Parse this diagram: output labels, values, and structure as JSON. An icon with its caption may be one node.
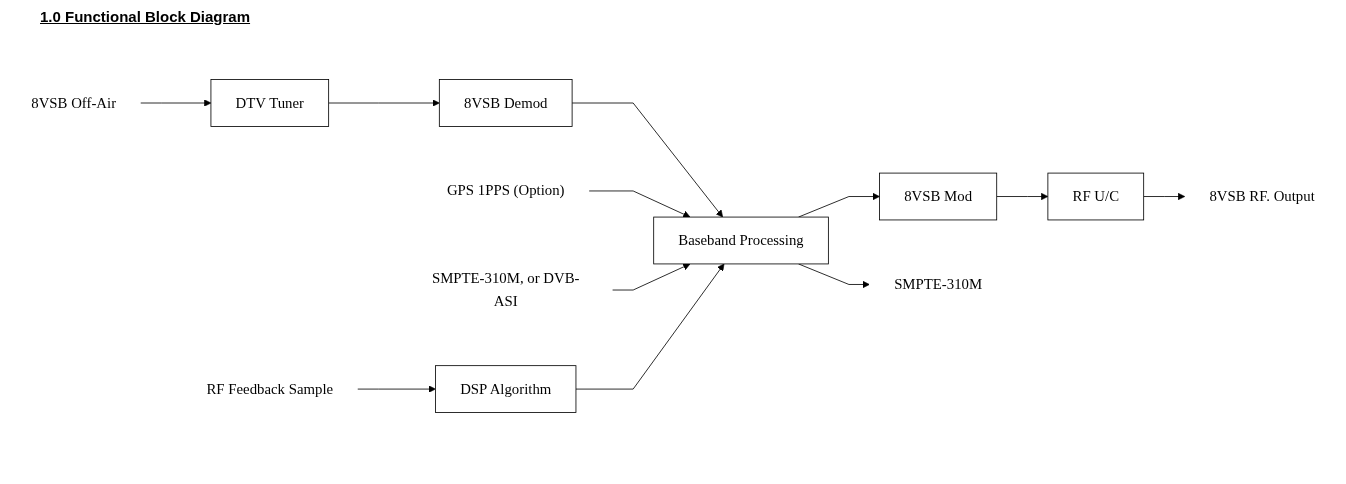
{
  "diagram": {
    "title": "1.0 Functional Block Diagram",
    "nodes": [
      {
        "text": [
          "8VSB Off-Air"
        ]
      },
      {
        "text": [
          "DTV Tuner"
        ]
      },
      {
        "text": [
          "8VSB Demod"
        ]
      },
      {
        "text": [
          "Baseband Processing"
        ]
      },
      {
        "text": [
          "8VSB Mod"
        ]
      },
      {
        "text": [
          "RF U/C"
        ]
      },
      {
        "text": [
          "SMPTE-310M"
        ]
      },
      {
        "text": [
          "8VSB RF. Output"
        ]
      },
      {
        "text": [
          "GPS 1PPS (Option)"
        ]
      },
      {
        "text": [
          "SMPTE-310M, or DVB-ASI"
        ]
      },
      {
        "text": [
          "DSP Algorithm"
        ]
      },
      {
        "text": [
          "RF Feedback Sample"
        ]
      }
    ],
    "edges": [
      {
        "from": 0,
        "to": 1,
        "arrow": "to"
      },
      {
        "from": 1,
        "to": 2,
        "arrow": "to"
      },
      {
        "from": 2,
        "to": 3,
        "arrow": "to"
      },
      {
        "from": 3,
        "to": 4,
        "arrow": "to"
      },
      {
        "from": 4,
        "to": 5,
        "arrow": "to"
      },
      {
        "from": 5,
        "to": 7,
        "arrow": "to"
      },
      {
        "from": 3,
        "to": 6,
        "arrow": "to"
      },
      {
        "from": 8,
        "to": 3,
        "arrow": "to"
      },
      {
        "from": 9,
        "to": 3,
        "arrow": "to"
      },
      {
        "from": 10,
        "to": 3,
        "arrow": "to"
      },
      {
        "from": 11,
        "to": 10,
        "arrow": "to"
      }
    ]
  }
}
